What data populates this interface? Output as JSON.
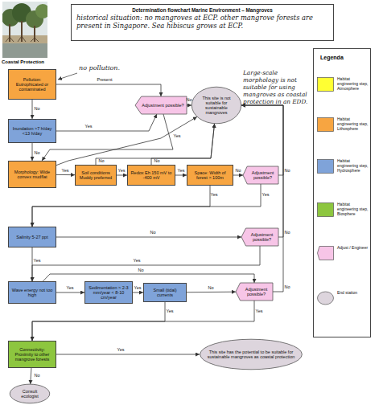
{
  "diagram": {
    "nodes": [
      {
        "text": [
          "Determination flowchart Marine Environment – Mangroves",
          "historical situation: no mangroves at ECP. other mangrove forests are present in Singapore. Sea hibiscus grows at ECP."
        ]
      },
      {
        "text": [
          "Pollution: Eutrophicated or contaminated"
        ]
      },
      {
        "text": [
          "Adjustment possible?"
        ]
      },
      {
        "text": [
          "This site is not suitable for sustainable mangroves"
        ]
      },
      {
        "text": [
          "Inundation >7 h/day <13 h/day"
        ]
      },
      {
        "text": [
          "Morphology: Wide convex mudflat"
        ]
      },
      {
        "text": [
          "Soil conditions Muddy preferred"
        ]
      },
      {
        "text": [
          "Redox Eh 150 mV to -400 mV"
        ]
      },
      {
        "text": [
          "Space: Width of forest > 100m"
        ]
      },
      {
        "text": [
          "Adjustment possible?"
        ]
      },
      {
        "text": [
          "Salinity 5-27 ppt"
        ]
      },
      {
        "text": [
          "Adjustment possible?"
        ]
      },
      {
        "text": [
          "Wave energy not too high"
        ]
      },
      {
        "text": [
          "Sedimentation > 2-3 mm/year < 8-10 cm/year"
        ]
      },
      {
        "text": [
          "Small (tidal) currents"
        ]
      },
      {
        "text": [
          "Adjustment possible?"
        ]
      },
      {
        "text": [
          "Connectivity: Proximity to other mangrove forests"
        ]
      },
      {
        "text": [
          "This site has the potential to be suitable for sustainable mangroves as coastal protection"
        ]
      },
      {
        "text": [
          "Consult ecologist"
        ]
      }
    ],
    "edges": [
      {
        "from": 1,
        "to": 2,
        "label": "Present",
        "arrow": "to"
      },
      {
        "from": 1,
        "to": 4,
        "label": "No",
        "arrow": "to"
      },
      {
        "from": 2,
        "to": 3,
        "label": "No",
        "arrow": "to"
      },
      {
        "from": 4,
        "to": 2,
        "label": "Yes",
        "arrow": "to"
      },
      {
        "from": 2,
        "to": 5,
        "label": "Yes",
        "arrow": "to"
      },
      {
        "from": 4,
        "to": 5,
        "label": "No",
        "arrow": "to"
      },
      {
        "from": 5,
        "to": 6,
        "label": "Yes",
        "arrow": "to"
      },
      {
        "from": 5,
        "to": 3,
        "arrow": "to"
      },
      {
        "from": 6,
        "to": 7,
        "label": "Yes",
        "arrow": "to"
      },
      {
        "from": 6,
        "to": 3,
        "label": "No",
        "arrow": "to"
      },
      {
        "from": 7,
        "to": 3,
        "label": "No",
        "arrow": "to"
      },
      {
        "from": 7,
        "to": 8,
        "label": "Yes",
        "arrow": "to"
      },
      {
        "from": 8,
        "to": 9,
        "label": "No",
        "arrow": "to"
      },
      {
        "from": 8,
        "to": 10,
        "label": "Yes",
        "arrow": "to"
      },
      {
        "from": 9,
        "to": 3,
        "label": "No",
        "arrow": "to"
      },
      {
        "from": 9,
        "to": 10,
        "label": "Yes",
        "arrow": "to"
      },
      {
        "from": 10,
        "to": 11,
        "label": "No",
        "arrow": "to"
      },
      {
        "from": 10,
        "to": 12,
        "label": "Yes",
        "arrow": "to"
      },
      {
        "from": 11,
        "to": 12,
        "label": "Yes",
        "arrow": "to"
      },
      {
        "from": 11,
        "to": 3,
        "label": "No",
        "arrow": "to"
      },
      {
        "from": 12,
        "to": 13,
        "label": "Yes",
        "arrow": "to"
      },
      {
        "from": 12,
        "to": 15,
        "label": "No",
        "arrow": "to"
      },
      {
        "from": 13,
        "to": 14,
        "label": "Yes",
        "arrow": "to"
      },
      {
        "from": 14,
        "to": 15,
        "label": "No",
        "arrow": "to"
      },
      {
        "from": 14,
        "to": 16,
        "label": "Yes",
        "arrow": "to"
      },
      {
        "from": 15,
        "to": 16,
        "label": "Yes",
        "arrow": "to"
      },
      {
        "from": 15,
        "to": 3,
        "label": "No",
        "arrow": "to"
      },
      {
        "from": 16,
        "to": 17,
        "label": "Yes",
        "arrow": "to"
      },
      {
        "from": 16,
        "to": 18,
        "label": "No",
        "arrow": "to"
      }
    ],
    "labels": [
      "Coastal Protection",
      "no pollution.",
      "Large-scale morphology is not suitable for using mangroves as coastal protection in an EDD.",
      "Legenda"
    ],
    "legend": [
      {
        "text": "Habitat engineering step, Atmosphere",
        "color": "#ffff33"
      },
      {
        "text": "Habitat engineering step, Lithosphere",
        "color": "#f7a541"
      },
      {
        "text": "Habitat engineering step, Hydrosphere",
        "color": "#7fa3d9"
      },
      {
        "text": "Habitat engineering step, Biosphere",
        "color": "#8dc63f"
      },
      {
        "text": "Adjust / Engineer",
        "color": "#f7c5e7"
      },
      {
        "text": "End station"
      }
    ]
  }
}
